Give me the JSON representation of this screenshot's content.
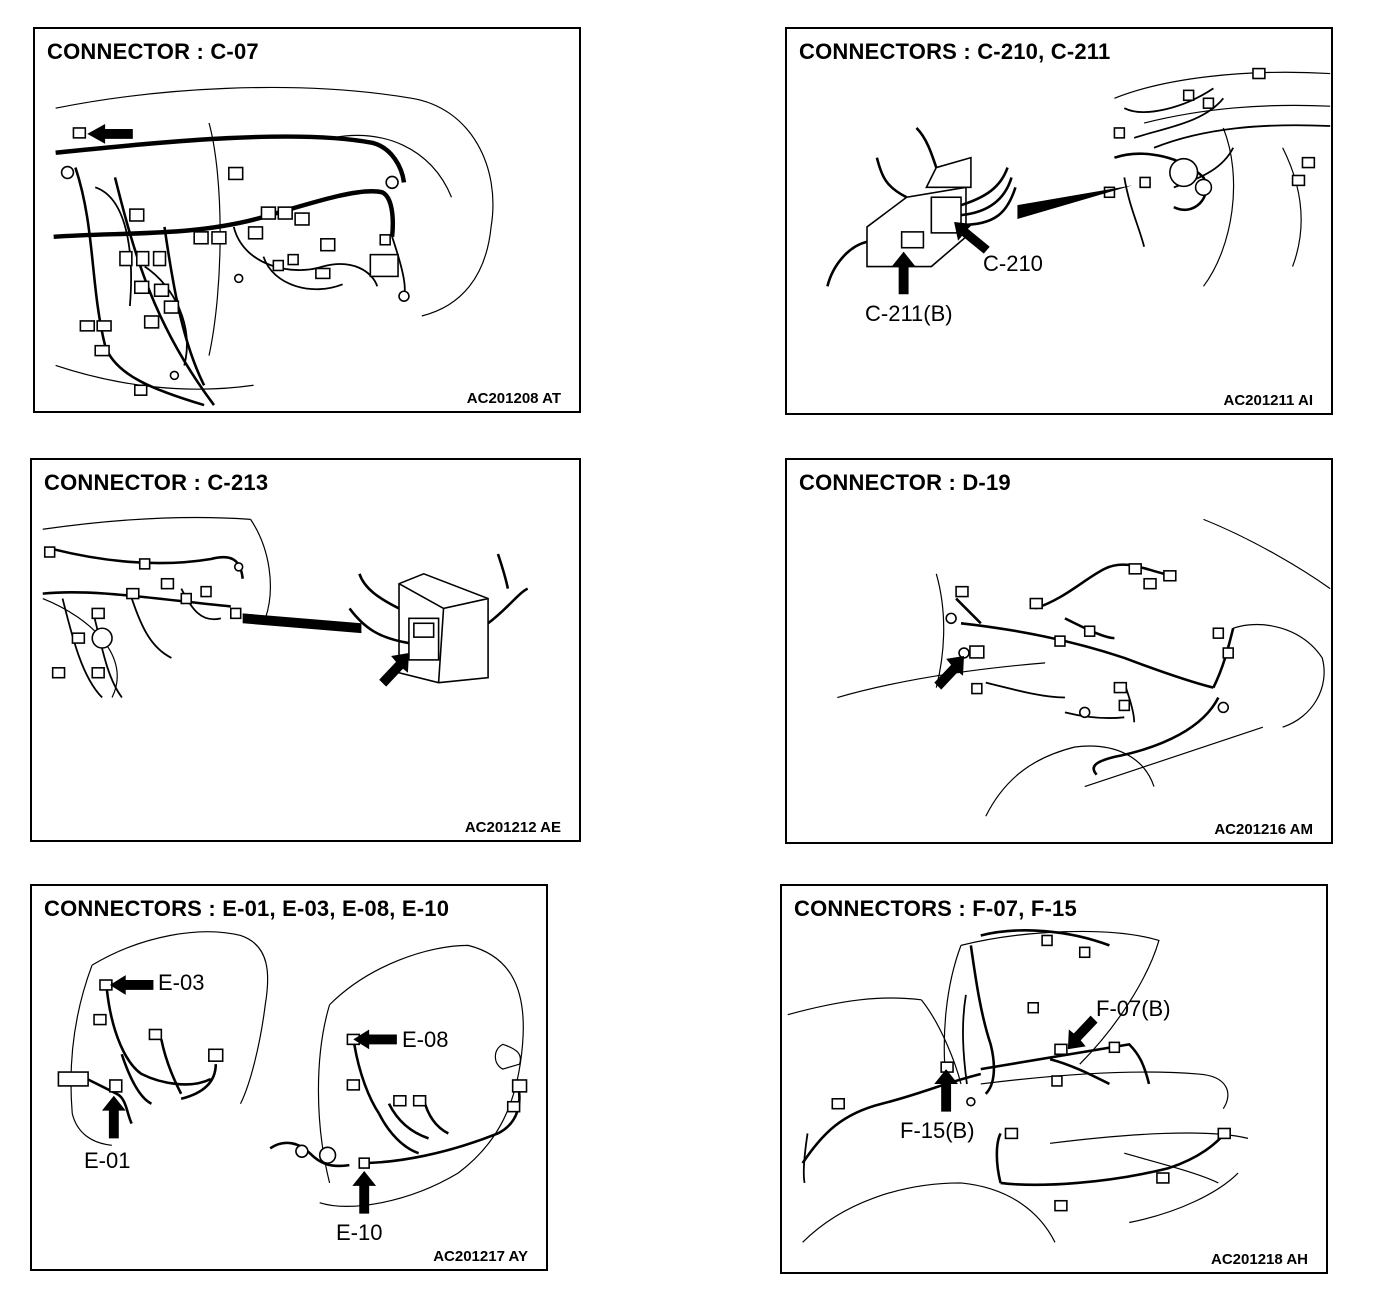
{
  "panels": [
    {
      "title": "CONNECTOR : C-07",
      "code": "AC201208 AT",
      "labels": []
    },
    {
      "title": "CONNECTORS : C-210, C-211",
      "code": "AC201211 AI",
      "labels": [
        "C-210",
        "C-211(B)"
      ]
    },
    {
      "title": "CONNECTOR : C-213",
      "code": "AC201212 AE",
      "labels": []
    },
    {
      "title": "CONNECTOR : D-19",
      "code": "AC201216 AM",
      "labels": []
    },
    {
      "title": "CONNECTORS : E-01, E-03, E-08, E-10",
      "code": "AC201217 AY",
      "labels": [
        "E-03",
        "E-08",
        "E-01",
        "E-10"
      ]
    },
    {
      "title": "CONNECTORS : F-07, F-15",
      "code": "AC201218 AH",
      "labels": [
        "F-07(B)",
        "F-15(B)"
      ]
    }
  ]
}
